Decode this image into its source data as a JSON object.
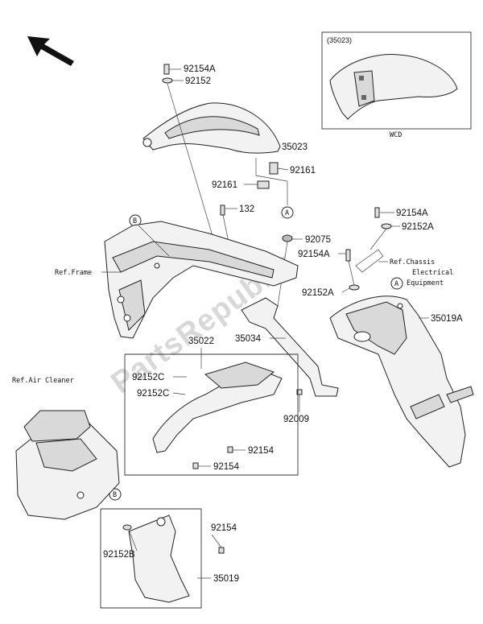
{
  "watermark": "PartsRepublik",
  "inset": {
    "ref_code": "(35023)",
    "note": "WCD"
  },
  "refs": {
    "frame": "Ref.Frame",
    "air_cleaner": "Ref.Air Cleaner",
    "chassis_line1": "Ref.Chassis",
    "chassis_line2": "Electrical",
    "chassis_line3": "Equipment"
  },
  "markers": {
    "a": "A",
    "b": "B"
  },
  "parts": {
    "p92154A_top": "92154A",
    "p92152_top": "92152",
    "p35023": "35023",
    "p92161_a": "92161",
    "p92161_b": "92161",
    "p132": "132",
    "p92075": "92075",
    "p92154A_right": "92154A",
    "p92152A_right": "92152A",
    "p92154A_mid": "92154A",
    "p92152A_mid": "92152A",
    "p35019A": "35019A",
    "p35034": "35034",
    "p35022": "35022",
    "p92152C_a": "92152C",
    "p92152C_b": "92152C",
    "p92009": "92009",
    "p92154_a": "92154",
    "p92154_b": "92154",
    "p92154_c": "92154",
    "p92152B": "92152B",
    "p35019": "35019"
  }
}
